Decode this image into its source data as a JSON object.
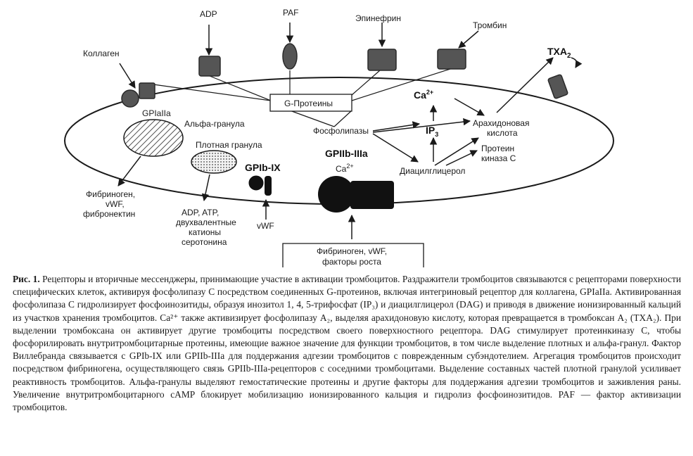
{
  "labels": {
    "adp": "ADP",
    "paf": "PAF",
    "epinephrine": "Эпинефрин",
    "thrombin": "Тромбин",
    "txa2_main": "TXA",
    "txa2_sub": "2",
    "collagen": "Коллаген",
    "gpiaiia": "GPIaIIa",
    "g_proteins": "G-Протеины",
    "ca": "Ca",
    "ca_sup": "2+",
    "ca2": "Ca",
    "ca2_sup": "2+",
    "alpha_granule": "Альфа-гранула",
    "dense_granule": "Плотная гранула",
    "phospholipases": "Фосфолипазы",
    "ip3_main": "IP",
    "ip3_sub": "3",
    "arachidonic_1": "Арахидоновая",
    "arachidonic_2": "кислота",
    "pkc_1": "Протеин",
    "pkc_2": "киназа С",
    "dag": "Диацилглицерол",
    "gpib_ix": "GPIb-IX",
    "gpiib_iiia": "GPIIb-IIIa",
    "fibrinogen_out_1": "Фибриноген,",
    "fibrinogen_out_2": "vWF,",
    "fibrinogen_out_3": "фибронектин",
    "dense_out_1": "ADP, ATP,",
    "dense_out_2": "двухвалентные",
    "dense_out_3": "катионы",
    "dense_out_4": "серотонина",
    "vwf": "vWF",
    "box_fib_1": "Фибриноген, vWF,",
    "box_fib_2": "факторы роста"
  },
  "caption": {
    "label": "Рис. 1.",
    "text": "Рецепторы и вторичные мессенджеры, принимающие участие в активации тромбоцитов. Раздражители тромбоцитов связываются с рецепторами поверхности специфических клеток, активируя фосфолипазу С посредством соединенных G-протеинов, включая интегриновый рецептор для коллагена, GPIaIIa. Активированная фосфолипаза С гидролизирует фосфоинозитиды, образуя инозитол 1, 4, 5-трифосфат (IP₃) и диацилглицерол (DAG) и приводя в движение ионизированный кальций из участков хранения тромбоцитов. Ca²⁺ также активизирует фосфолипазу A₂, выделяя арахидоновую кислоту, которая превращается в тромбоксан A₂ (TXA₂). При выделении тромбоксана он активирует другие тромбоциты посредством своего поверхностного рецептора. DAG стимулирует протеинкиназу С, чтобы фосфорилировать внутритромбоцитарные протеины, имеющие важное значение для функции тромбоцитов, в том числе выделение плотных и альфа-гранул. Фактор Виллебранда связывается с GPIb-IX или GPIIb-IIIa для поддержания адгезии тромбоцитов с поврежденным субэндотелием. Агрегация тромбоцитов происходит посредством фибриногена, осуществляющего связь GPIIb-IIIa-рецепторов с соседними тромбоцитами. Выделение составных частей плотной гранулой усиливает реактивность тромбоцитов. Альфа-гранулы выделяют гемостатические протеины и другие факторы для поддержания адгезии тромбоцитов и заживления раны. Увеличение внутритромбоцитарного cAMP блокирует мобилизацию ионизированного кальция и гидролиз фосфоинозитидов. PAF — фактор активизации тромбоцитов."
  },
  "colors": {
    "receptor_fill": "#555555",
    "receptor_stroke": "#2a2a2a",
    "solid": "#111111",
    "granule_fill": "#e8e8e8",
    "line": "#1a1a1a"
  }
}
